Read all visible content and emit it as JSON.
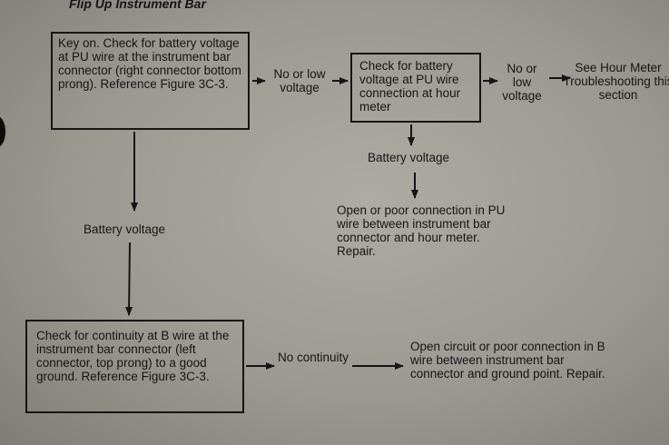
{
  "page": {
    "title": "Flip Up Instrument Bar"
  },
  "flowchart": {
    "step1_box": "Key on. Check for battery voltage at PU wire at the instrument bar connector (right connector bottom prong). Reference Figure 3C-3.",
    "step1_no_label": "No or low voltage",
    "step2_box": "Check for battery voltage at PU wire connection at hour meter",
    "step2_no_label": "No or low voltage",
    "step2_no_result": "See Hour Meter Troubleshooting this section",
    "step2_yes_label": "Battery voltage",
    "step2_yes_result": "Open or poor connection in PU wire between instrument bar connector and hour meter. Repair.",
    "step1_yes_label": "Battery voltage",
    "step3_box": "Check for continuity at B wire at the instrument bar connector (left connector, top prong) to a good ground. Reference Figure 3C-3.",
    "step3_no_label": "No continuity",
    "step3_no_result": "Open circuit or poor connection in B wire between instrument bar connector and ground point. Repair."
  }
}
